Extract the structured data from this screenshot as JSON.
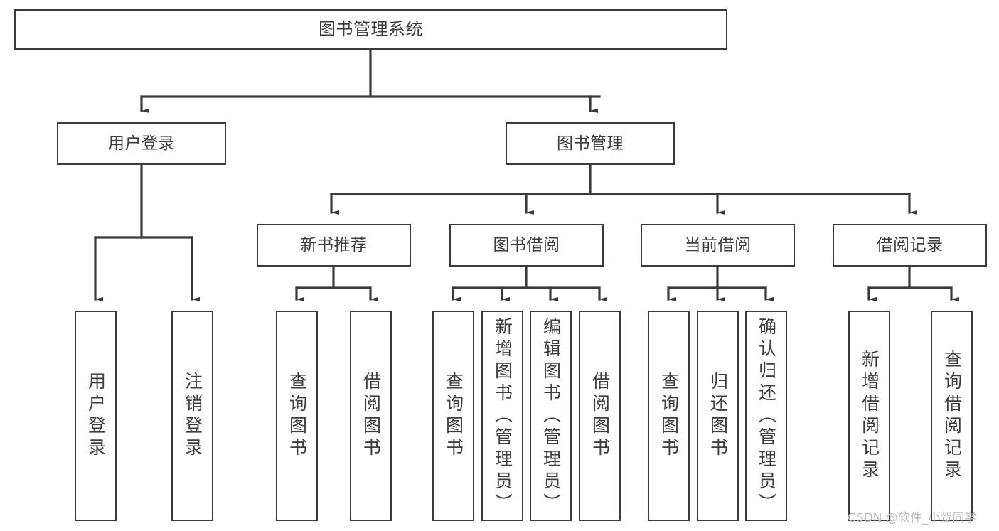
{
  "diagram": {
    "type": "tree-hierarchy",
    "title": "图书管理系统",
    "orientation": "top-down",
    "line_color": "#3a3a3a",
    "box_fill": "#ffffff",
    "text_color": "#3d3d3d"
  },
  "root": {
    "label": "图书管理系统"
  },
  "level2": [
    {
      "label": "用户登录"
    },
    {
      "label": "图书管理"
    }
  ],
  "level3": [
    {
      "label": "新书推荐"
    },
    {
      "label": "图书借阅"
    },
    {
      "label": "当前借阅"
    },
    {
      "label": "借阅记录"
    }
  ],
  "leaves": {
    "user_login": [
      {
        "label": "用户登录"
      },
      {
        "label": "注销登录"
      }
    ],
    "new_book": [
      {
        "label": "查询图书"
      },
      {
        "label": "借阅图书"
      }
    ],
    "borrow_book": [
      {
        "label": "查询图书"
      },
      {
        "label": "新增图书（管理员）"
      },
      {
        "label": "编辑图书（管理员）"
      },
      {
        "label": "借阅图书"
      }
    ],
    "current_borrow": [
      {
        "label": "查询图书"
      },
      {
        "label": "归还图书"
      },
      {
        "label": "确认归还（管理员）"
      }
    ],
    "borrow_record": [
      {
        "label": "新增借阅记录"
      },
      {
        "label": "查询借阅记录"
      }
    ]
  },
  "watermark": {
    "text": "CSDN @软件_小贺同学"
  }
}
